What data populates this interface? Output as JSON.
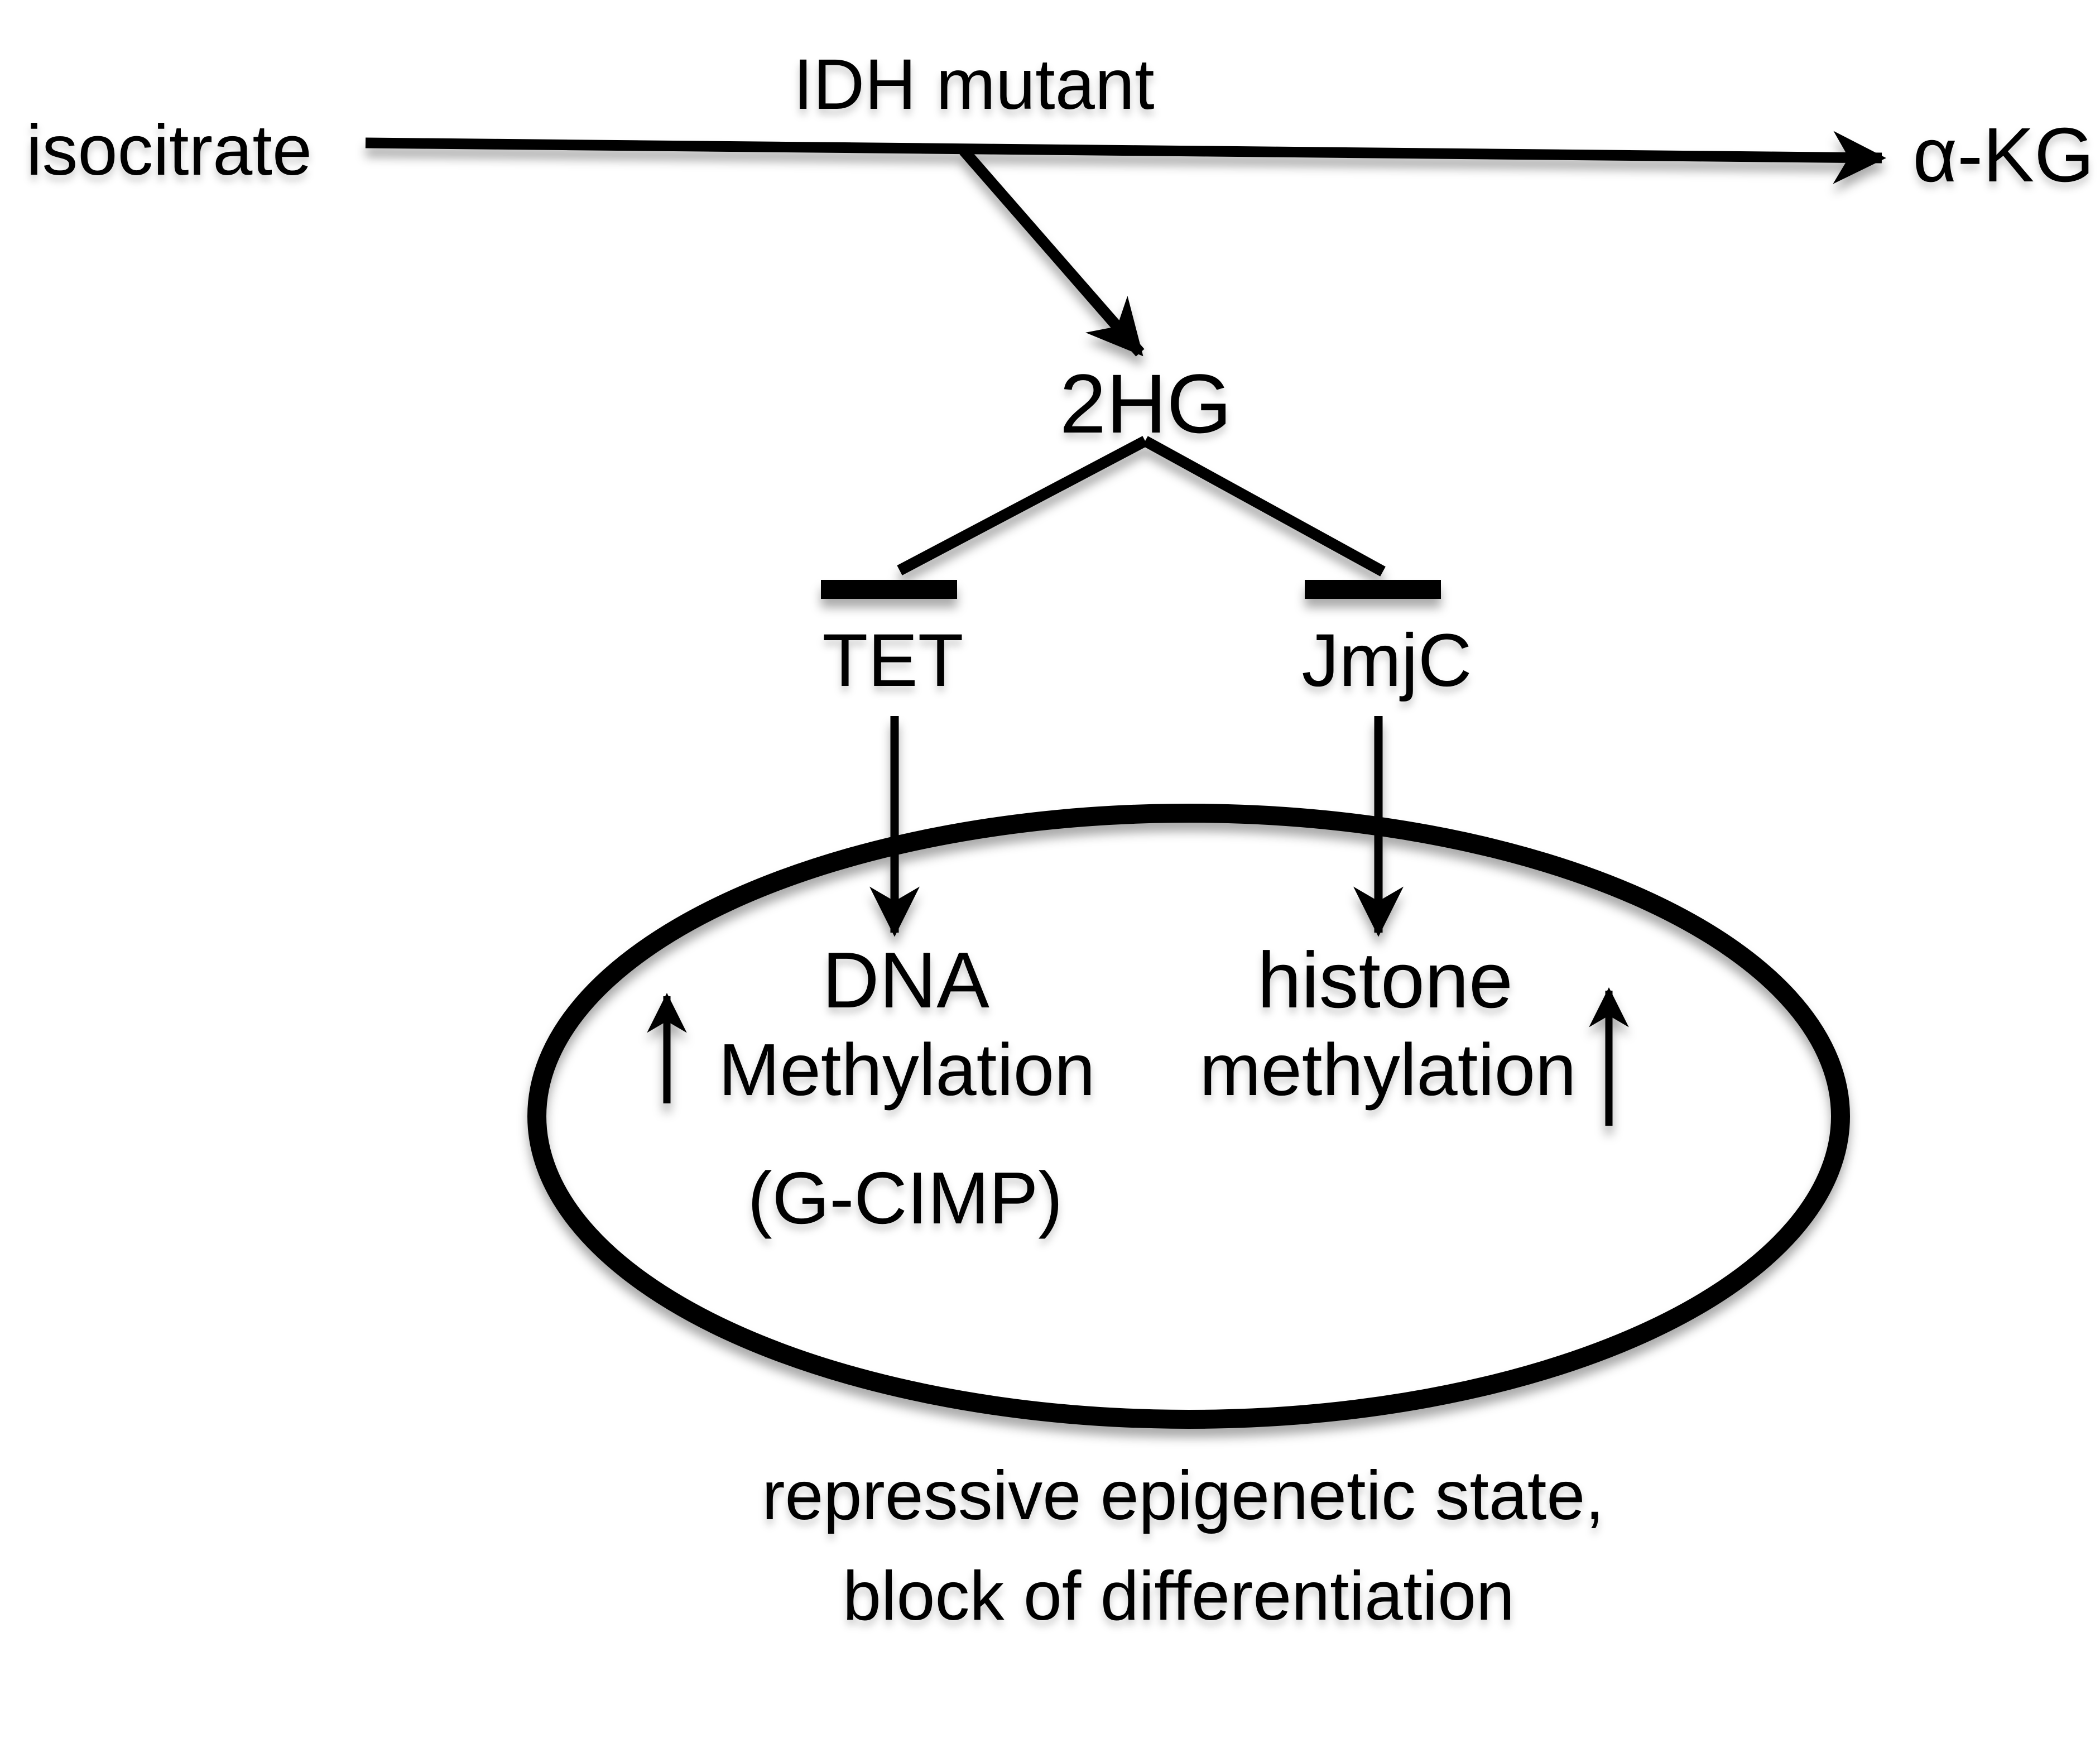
{
  "diagram": {
    "reaction": {
      "substrate": "isocitrate",
      "enzyme_label": "IDH mutant",
      "product": "α-KG"
    },
    "intermediate": "2HG",
    "inhibited_enzymes": {
      "left": "TET",
      "right": "JmjC"
    },
    "nucleus": {
      "left_effect": {
        "line1": "DNA",
        "line2": "Methylation",
        "line3": "(G-CIMP)"
      },
      "right_effect": {
        "line1": "histone",
        "line2": "methylation"
      }
    },
    "caption": {
      "line1": "repressive epigenetic state,",
      "line2": "block of differentiation"
    },
    "icons": {
      "reaction_arrow": "right-arrow-icon",
      "branch_arrow": "down-right-arrow-icon",
      "inhibition": "t-bar-inhibition-icon",
      "effect_arrows": "down-arrow-icon",
      "increase_arrows": "up-arrow-icon"
    },
    "colors": {
      "ink": "#000000",
      "background": "#ffffff"
    }
  }
}
